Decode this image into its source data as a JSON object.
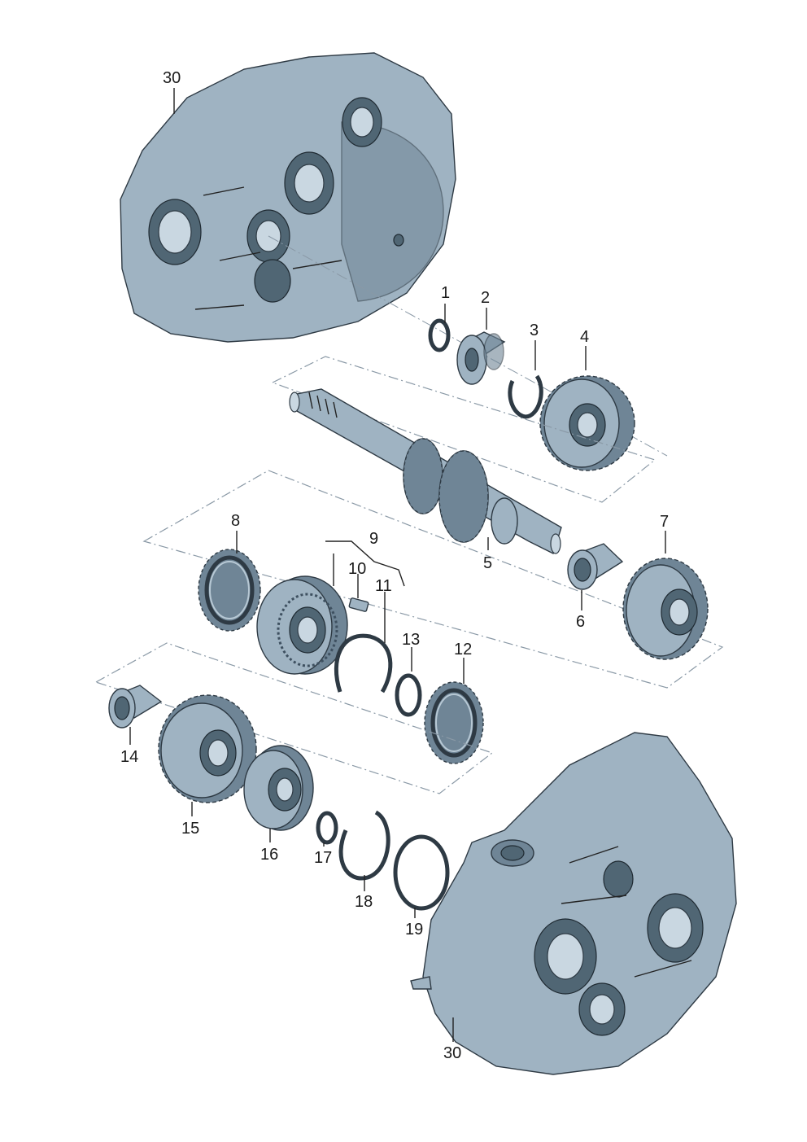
{
  "labels": {
    "housing_top": "30",
    "part_1": "1",
    "part_2": "2",
    "part_3": "3",
    "part_4": "4",
    "part_5": "5",
    "part_6": "6",
    "part_7": "7",
    "part_8": "8",
    "part_9": "9",
    "part_10": "10",
    "part_11": "11",
    "part_12": "12",
    "part_13": "13",
    "part_14": "14",
    "part_15": "15",
    "part_16": "16",
    "part_17": "17",
    "part_18": "18",
    "part_19": "19",
    "housing_bottom": "30"
  },
  "colors": {
    "metal": "#9fb3c2",
    "metal_dark": "#6f8596",
    "outline": "#2e3a44",
    "group_box": "#8a99a6"
  }
}
